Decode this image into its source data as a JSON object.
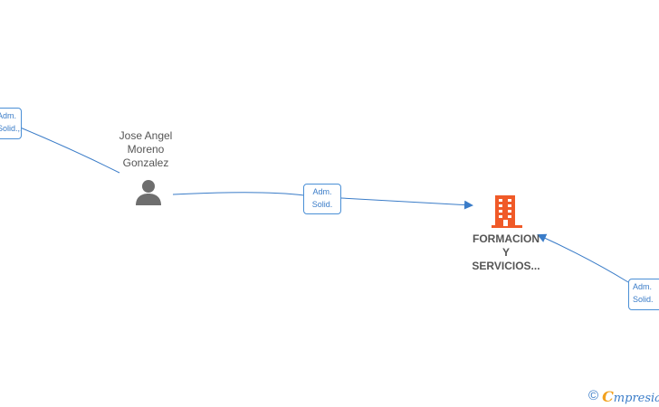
{
  "nodes": {
    "person": {
      "name_lines": [
        "Jose Angel",
        "Moreno",
        "Gonzalez"
      ],
      "icon": "person-icon",
      "color": "#6e6e6e"
    },
    "company": {
      "name_lines": [
        "FORMACION",
        "Y",
        "SERVICIOS..."
      ],
      "icon": "building-icon",
      "color": "#f05a28"
    }
  },
  "edges": {
    "left": {
      "label_lines": [
        "Adm.",
        "Solid.,..."
      ]
    },
    "middle": {
      "label_lines": [
        "Adm.",
        "Solid."
      ]
    },
    "right": {
      "label_lines": [
        "Adm.",
        "Solid."
      ]
    }
  },
  "colors": {
    "edge": "#3a7cc8",
    "badge_border": "#4a8fd6"
  },
  "footer": {
    "copyright_symbol": "©",
    "brand_first": "C",
    "brand_rest": "mpresia"
  }
}
